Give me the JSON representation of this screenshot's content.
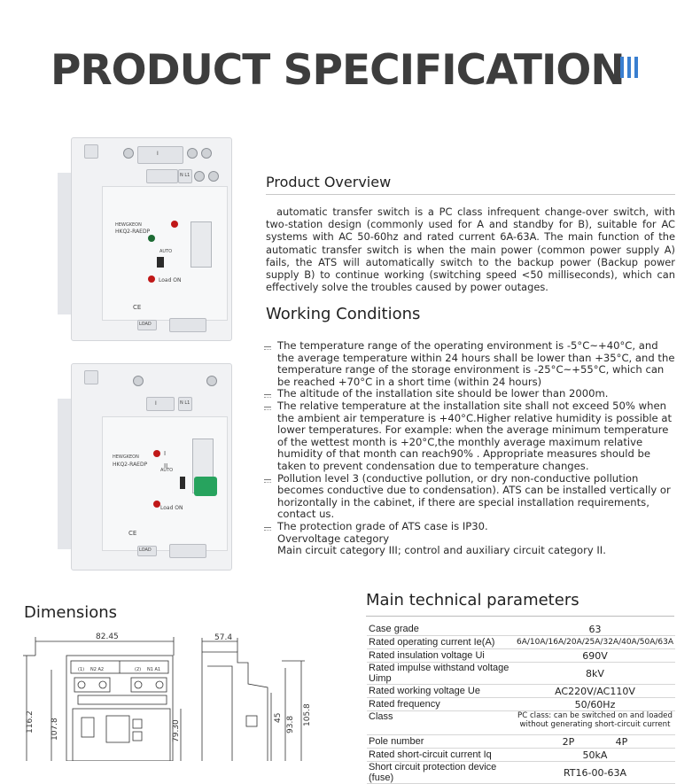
{
  "header": {
    "title": "PRODUCT SPECIFICATION"
  },
  "overview": {
    "heading": "Product Overview",
    "text": "automatic transfer switch is a PC class infrequent change-over switch, with two-station design (commonly used for A and standby for B), suitable for AC systems with AC 50-60hz and rated current 6A-63A. The main function of the automatic transfer switch is when the main power (common power supply A) fails, the ATS will automatically switch to the backup power (Backup power supply B) to continue working (switching speed <50 milliseconds), which can effectively solve the troubles caused by power outages."
  },
  "working": {
    "heading": "Working Conditions",
    "items": [
      "The temperature range of the operating environment is -5°C~+40°C, and the average temperature within 24 hours shall be lower than +35°C, and the temperature range of the storage environment is -25°C~+55°C, which can be reached +70°C in a short time (within 24 hours)",
      "The altitude of the installation site should be lower than 2000m.",
      "The relative temperature at the installation site shall not exceed 50% when the ambient air temperature is +40°C.Higher relative humidity is possible at lower temperatures. For example: when the average minimum temperature of the wettest month is +20°C,the monthly average maximum relative humidity of that month can reach90% . Appropriate measures should be taken to prevent condensation due to temperature changes.",
      "Pollution level 3 (conductive pollution, or dry non-conductive pollution becomes conductive due to condensation). ATS can be installed vertically or horizontally in the cabinet, if there are special installation requirements, contact us.",
      "The protection grade of ATS case is IP30.",
      "Overvoltage category",
      "Main circuit category III; control and auxiliary circuit category II."
    ]
  },
  "device": {
    "brand": "HEWGKEON",
    "model_top": "HKQ2-RAEDP",
    "model_bottom": "HKQ2-RAEDP",
    "sw_in": "I",
    "sw_out": "N L1",
    "load": "LOAD",
    "auto": "AUTO",
    "load_on": "Load ON",
    "ind_1": "I",
    "ind_2": "II",
    "ce": "CE"
  },
  "dimensions": {
    "heading": "Dimensions",
    "front": {
      "width": "82.45",
      "height_outer": "116.2",
      "height_inner": "107.8",
      "height_right": "79.30",
      "term_a": "N2 A2",
      "term_b": "N1 A1",
      "term_c": "(1)",
      "term_d": "(2)"
    },
    "side": {
      "width": "57.4",
      "h1": "45",
      "h2": "93.8",
      "h3": "105.8"
    }
  },
  "params": {
    "heading": "Main technical parameters",
    "rows": [
      {
        "k": "Case grade",
        "v": "63",
        "cls": ""
      },
      {
        "k": "Rated operating current Ie(A)",
        "v": "6A/10A/16A/20A/25A/32A/40A/50A/63A",
        "cls": "small"
      },
      {
        "k": "Rated insulation voltage Ui",
        "v": "690V",
        "cls": ""
      },
      {
        "k": "Rated impulse withstand voltage Uimp",
        "v": "8kV",
        "cls": ""
      },
      {
        "k": "Rated working voltage Ue",
        "v": "AC220V/AC110V",
        "cls": ""
      },
      {
        "k": "Rated frequency",
        "v": "50/60Hz",
        "cls": ""
      },
      {
        "k": "Class",
        "v": "PC class: can be switched on and loaded without generating short-circuit current",
        "cls": "tiny"
      },
      {
        "k": "Pole number",
        "v": "",
        "cls": ""
      },
      {
        "k": "Rated short-circuit current Iq",
        "v": "50kA",
        "cls": ""
      },
      {
        "k": "Short circuit protection device (fuse)",
        "v": "RT16-00-63A",
        "cls": ""
      }
    ],
    "poles": [
      "2P",
      "4P"
    ]
  }
}
